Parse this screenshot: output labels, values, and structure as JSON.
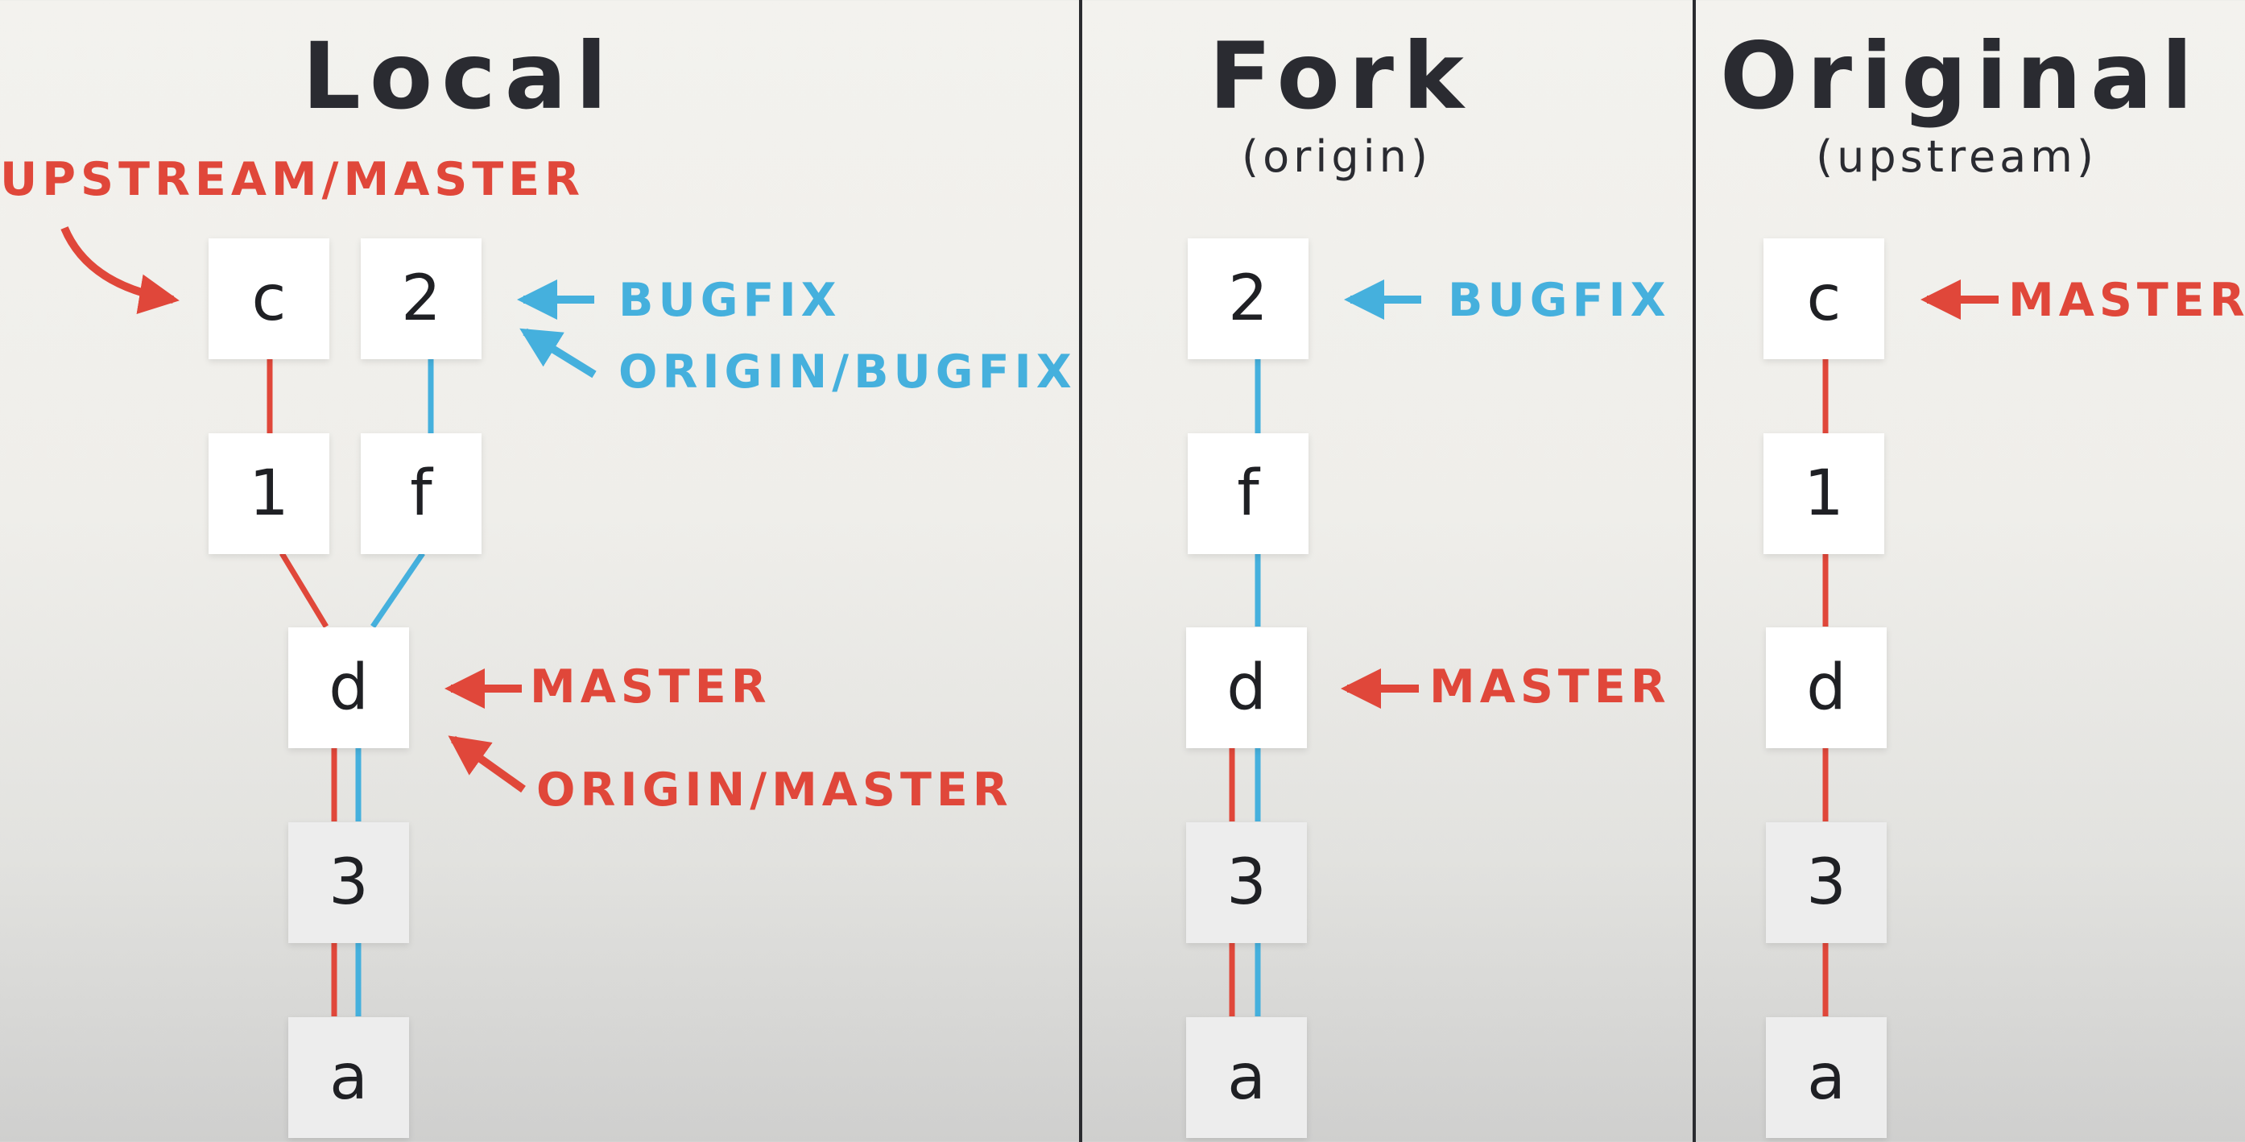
{
  "colors": {
    "master": "#e0473a",
    "bugfix": "#45b0dd",
    "text": "#2a2b31",
    "divider": "#2a2b2f"
  },
  "local": {
    "title": "Local",
    "labels": {
      "upstream_master": "UPSTREAM/MASTER",
      "bugfix": "BUGFIX",
      "origin_bugfix": "ORIGIN/BUGFIX",
      "master": "MASTER",
      "origin_master": "ORIGIN/MASTER"
    },
    "commits": [
      "c",
      "2",
      "1",
      "f",
      "d",
      "3",
      "a"
    ]
  },
  "fork": {
    "title": "Fork",
    "subtitle": "(origin)",
    "labels": {
      "bugfix": "BUGFIX",
      "master": "MASTER"
    },
    "commits": [
      "2",
      "f",
      "d",
      "3",
      "a"
    ]
  },
  "original": {
    "title": "Original",
    "subtitle": "(upstream)",
    "labels": {
      "master": "MASTER"
    },
    "commits": [
      "c",
      "1",
      "d",
      "3",
      "a"
    ]
  }
}
